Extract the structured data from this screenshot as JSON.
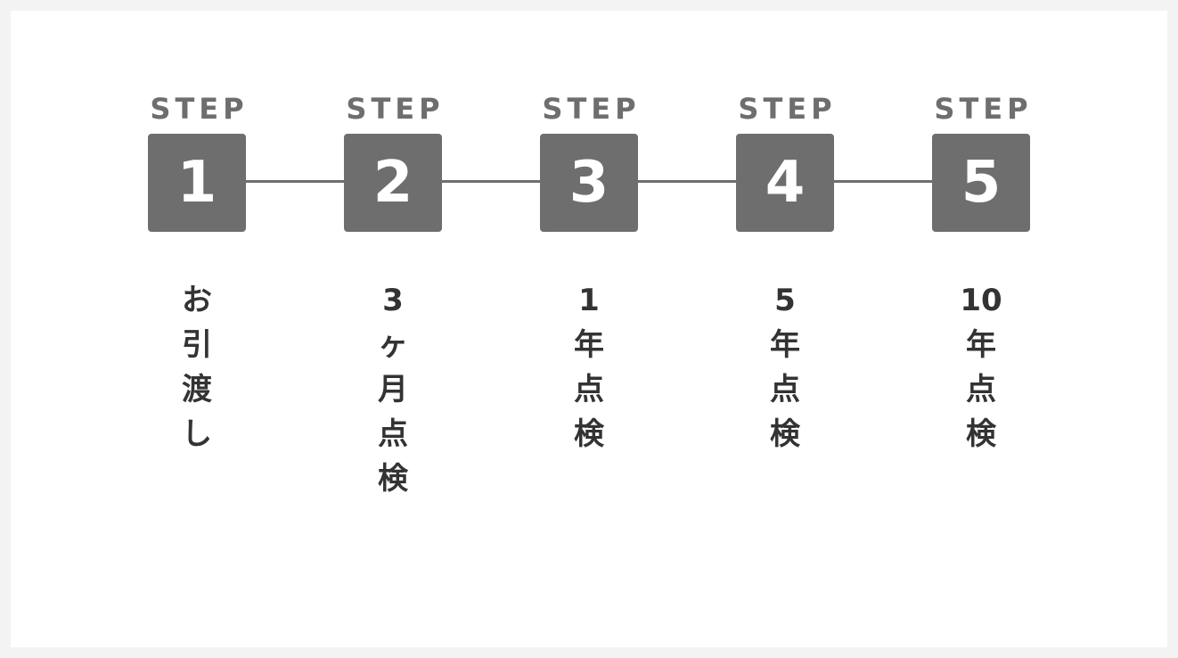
{
  "steps": [
    {
      "word": "STEP",
      "number": "1",
      "label": [
        "お",
        "引",
        "渡",
        "し"
      ]
    },
    {
      "word": "STEP",
      "number": "2",
      "label": [
        "3",
        "ヶ",
        "月",
        "点",
        "検"
      ]
    },
    {
      "word": "STEP",
      "number": "3",
      "label": [
        "1",
        "年",
        "点",
        "検"
      ]
    },
    {
      "word": "STEP",
      "number": "4",
      "label": [
        "5",
        "年",
        "点",
        "検"
      ]
    },
    {
      "word": "STEP",
      "number": "5",
      "label": [
        "10",
        "年",
        "点",
        "検"
      ]
    }
  ],
  "colors": {
    "box": "#6e6e6e",
    "label": "#333333",
    "background": "#f3f3f3"
  }
}
